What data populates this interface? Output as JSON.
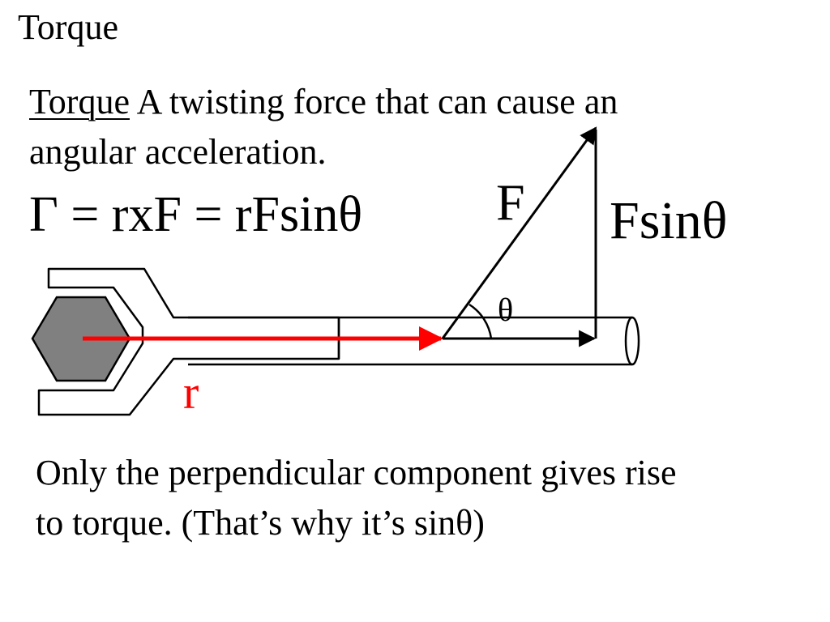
{
  "slide": {
    "title": "Torque",
    "definition": {
      "term": "Torque",
      "line1_rest": " A twisting force that can cause an",
      "line2": "angular acceleration."
    },
    "equation": "Γ = rxF = rFsinθ",
    "note": {
      "line1": "Only the perpendicular component gives rise",
      "line2": "to torque. (That’s why it’s sinθ)"
    }
  },
  "diagram": {
    "labels": {
      "force": "F",
      "perpendicular_component": "Fsinθ",
      "angle": "θ",
      "lever_arm": "r"
    },
    "colors": {
      "lever_arm": "#ff0000",
      "nut": "#808080",
      "lines": "#000000"
    }
  }
}
